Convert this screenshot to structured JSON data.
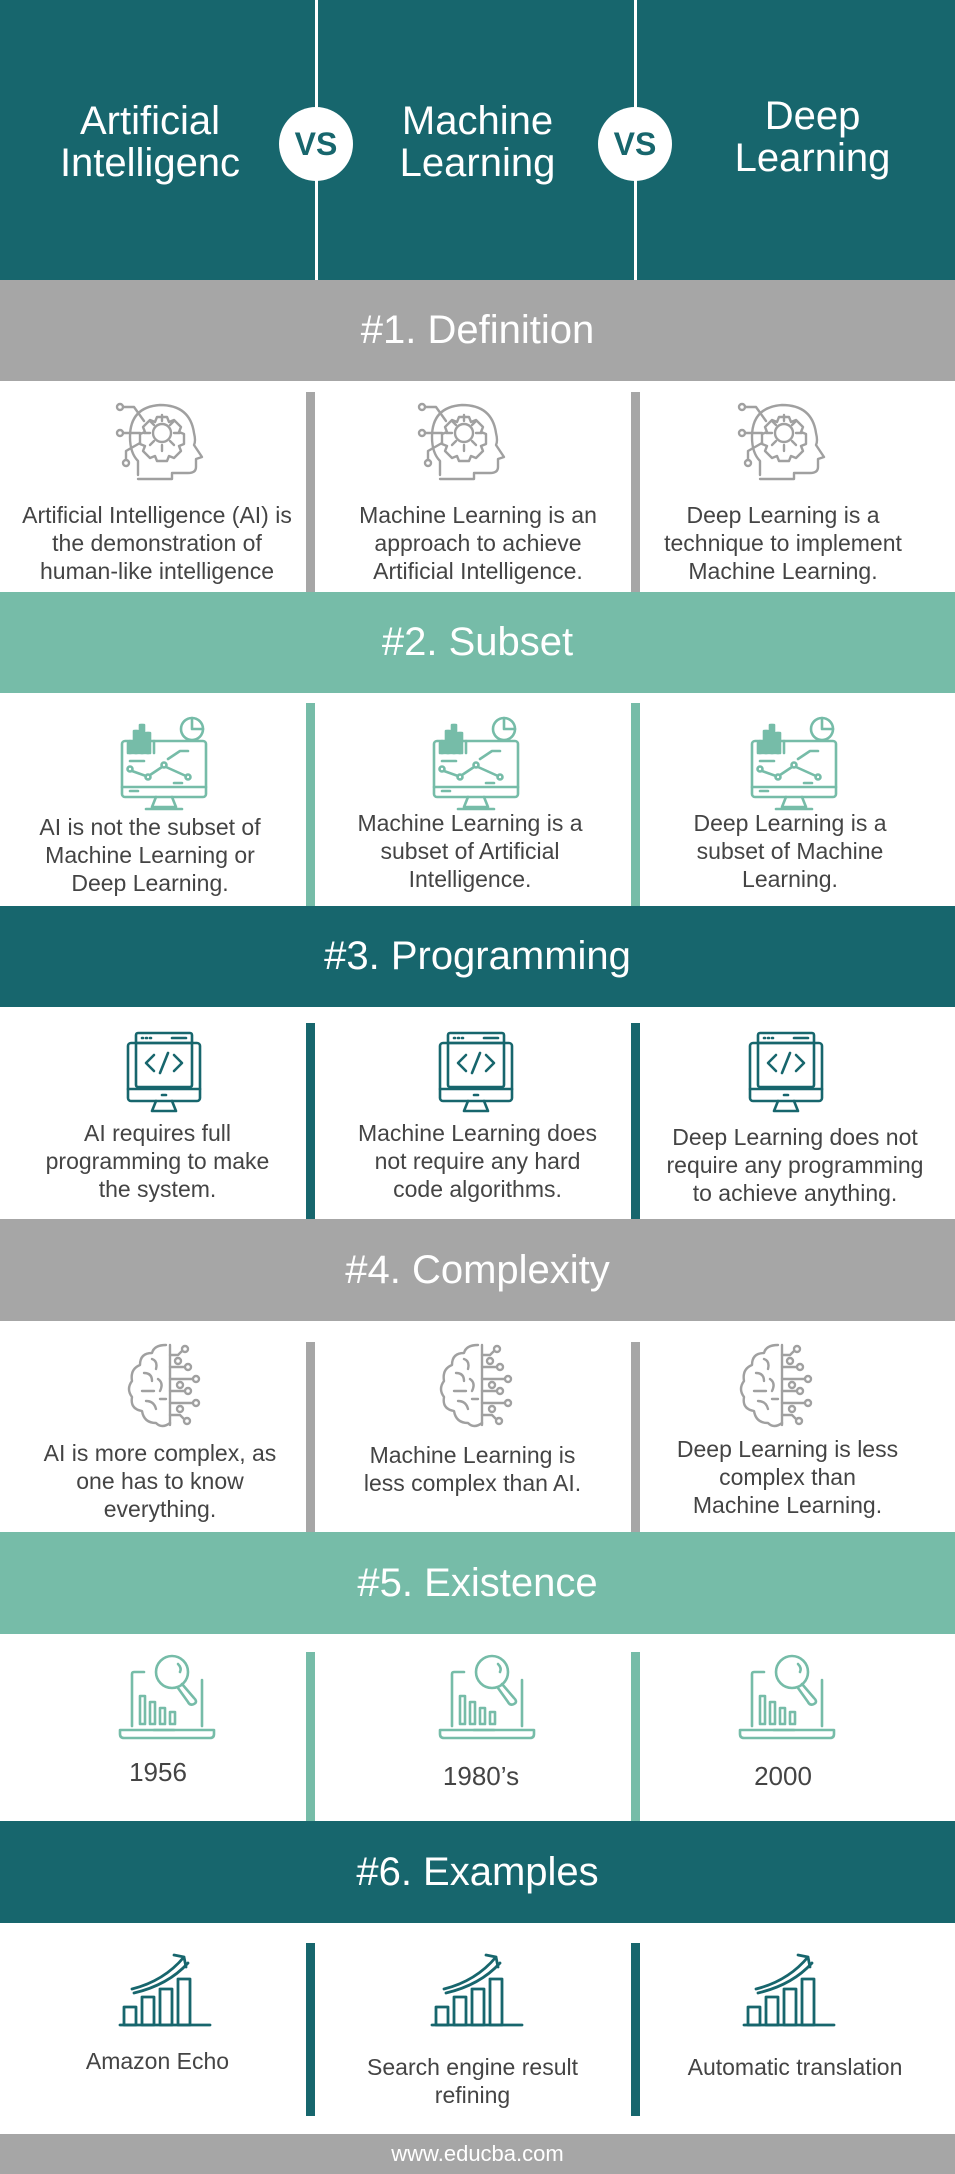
{
  "header": {
    "columns": [
      {
        "title_line1": "Artificial",
        "title_line2": "Intelligenc"
      },
      {
        "title_line1": "Machine",
        "title_line2": "Learning"
      },
      {
        "title_line1": "Deep",
        "title_line2": "Learning"
      }
    ],
    "vs_label": "VS"
  },
  "colors": {
    "teal": "#17666d",
    "green": "#76bca8",
    "gray": "#a6a6a6",
    "text": "#444444"
  },
  "sections": [
    {
      "title": "#1. Definition",
      "icon": "head-gear-icon",
      "cells": [
        "Artificial Intelligence (AI) is the demonstration of human-like intelligence",
        "Machine Learning is an approach to achieve Artificial Intelligence.",
        "Deep Learning is a technique to implement Machine Learning."
      ]
    },
    {
      "title": "#2. Subset",
      "icon": "monitor-analytics-icon",
      "cells": [
        "AI is not the subset of Machine Learning or Deep Learning.",
        "Machine Learning is a subset of Artificial Intelligence.",
        "Deep Learning is a subset of Machine Learning."
      ]
    },
    {
      "title": "#3. Programming",
      "icon": "code-monitor-icon",
      "cells": [
        "AI requires full programming to make the system.",
        "Machine Learning does not require any hard code algorithms.",
        "Deep Learning does not require any programming to achieve anything."
      ]
    },
    {
      "title": "#4. Complexity",
      "icon": "circuit-brain-icon",
      "cells": [
        "AI is more complex, as one has to know everything.",
        "Machine Learning is less complex than AI.",
        "Deep Learning is less complex than Machine Learning."
      ]
    },
    {
      "title": "#5. Existence",
      "icon": "laptop-search-chart-icon",
      "cells": [
        "1956",
        "1980’s",
        "2000"
      ]
    },
    {
      "title": "#6. Examples",
      "icon": "growth-chart-icon",
      "cells": [
        "Amazon Echo",
        "Search engine result refining",
        "Automatic translation"
      ]
    }
  ],
  "footer": {
    "text": "www.educba.com"
  }
}
